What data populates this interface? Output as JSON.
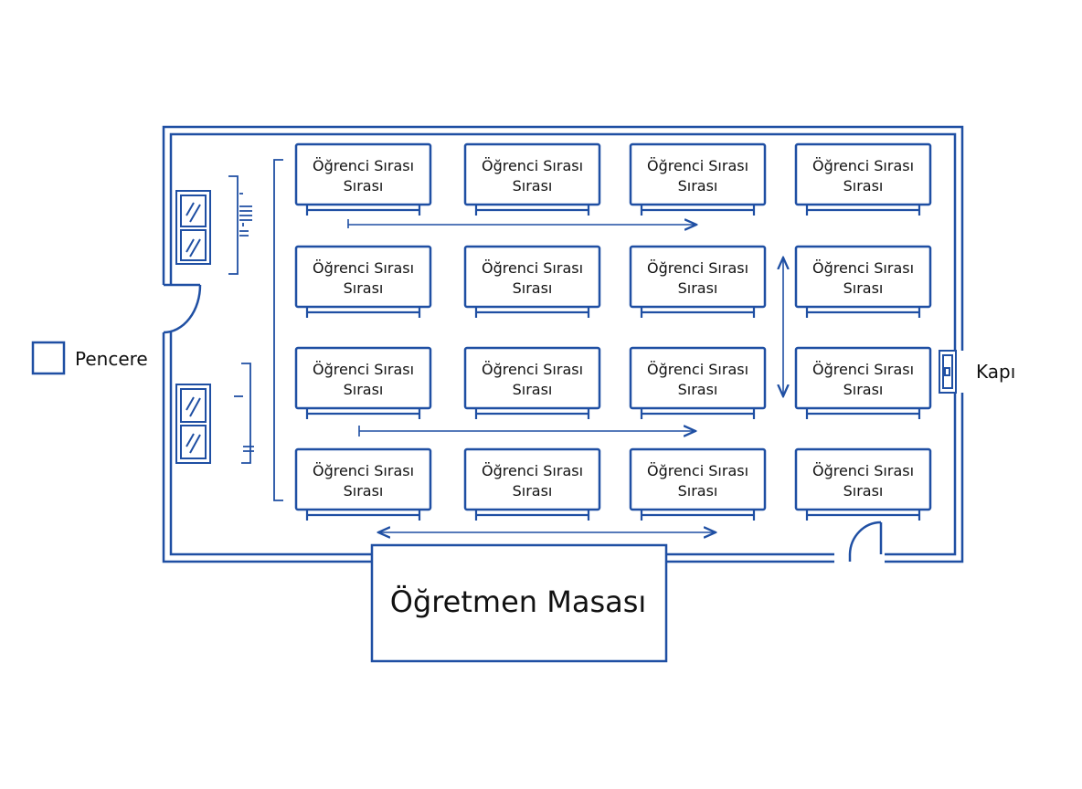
{
  "colors": {
    "line": "#1f4fa3",
    "text": "#111111",
    "background": "#ffffff"
  },
  "legend": {
    "window_label": "Pencere",
    "door_label": "Kapı"
  },
  "desks": {
    "line1": "Öğrenci Sırası",
    "line2": "Sırası",
    "rows": 4,
    "columns": 4
  },
  "teacher_desk": {
    "label": "Öğretmen Masası"
  }
}
